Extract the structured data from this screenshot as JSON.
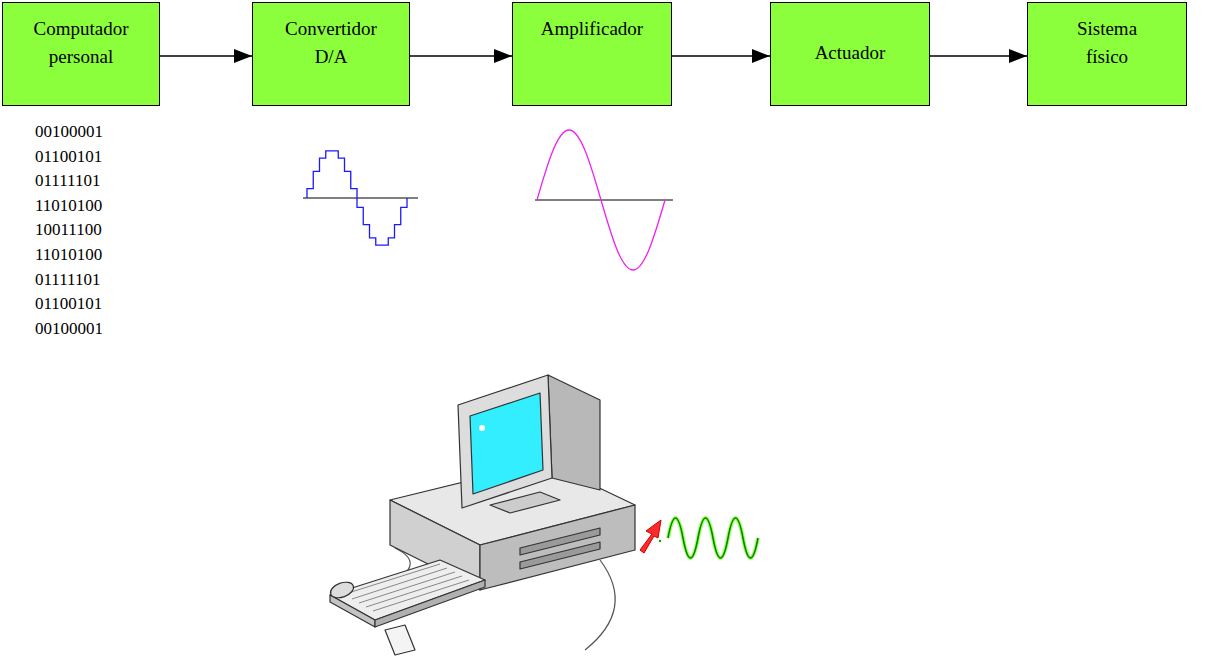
{
  "diagram": {
    "nodes": [
      {
        "text": [
          "Computador personal"
        ]
      },
      {
        "text": [
          "Convertidor D/A"
        ]
      },
      {
        "text": [
          "Amplificador"
        ]
      },
      {
        "text": [
          "Actuador"
        ]
      },
      {
        "text": [
          "Sistema físico"
        ]
      }
    ],
    "edges": [
      {
        "from": 0,
        "to": 1,
        "arrow": "to"
      },
      {
        "from": 1,
        "to": 2,
        "arrow": "to"
      },
      {
        "from": 2,
        "to": 3,
        "arrow": "to"
      },
      {
        "from": 3,
        "to": 4,
        "arrow": "to"
      }
    ],
    "labels": [
      "00100001",
      "01100101",
      "01111101",
      "11010100",
      "10011100",
      "11010100",
      "01111101",
      "01100101",
      "00100001"
    ]
  }
}
